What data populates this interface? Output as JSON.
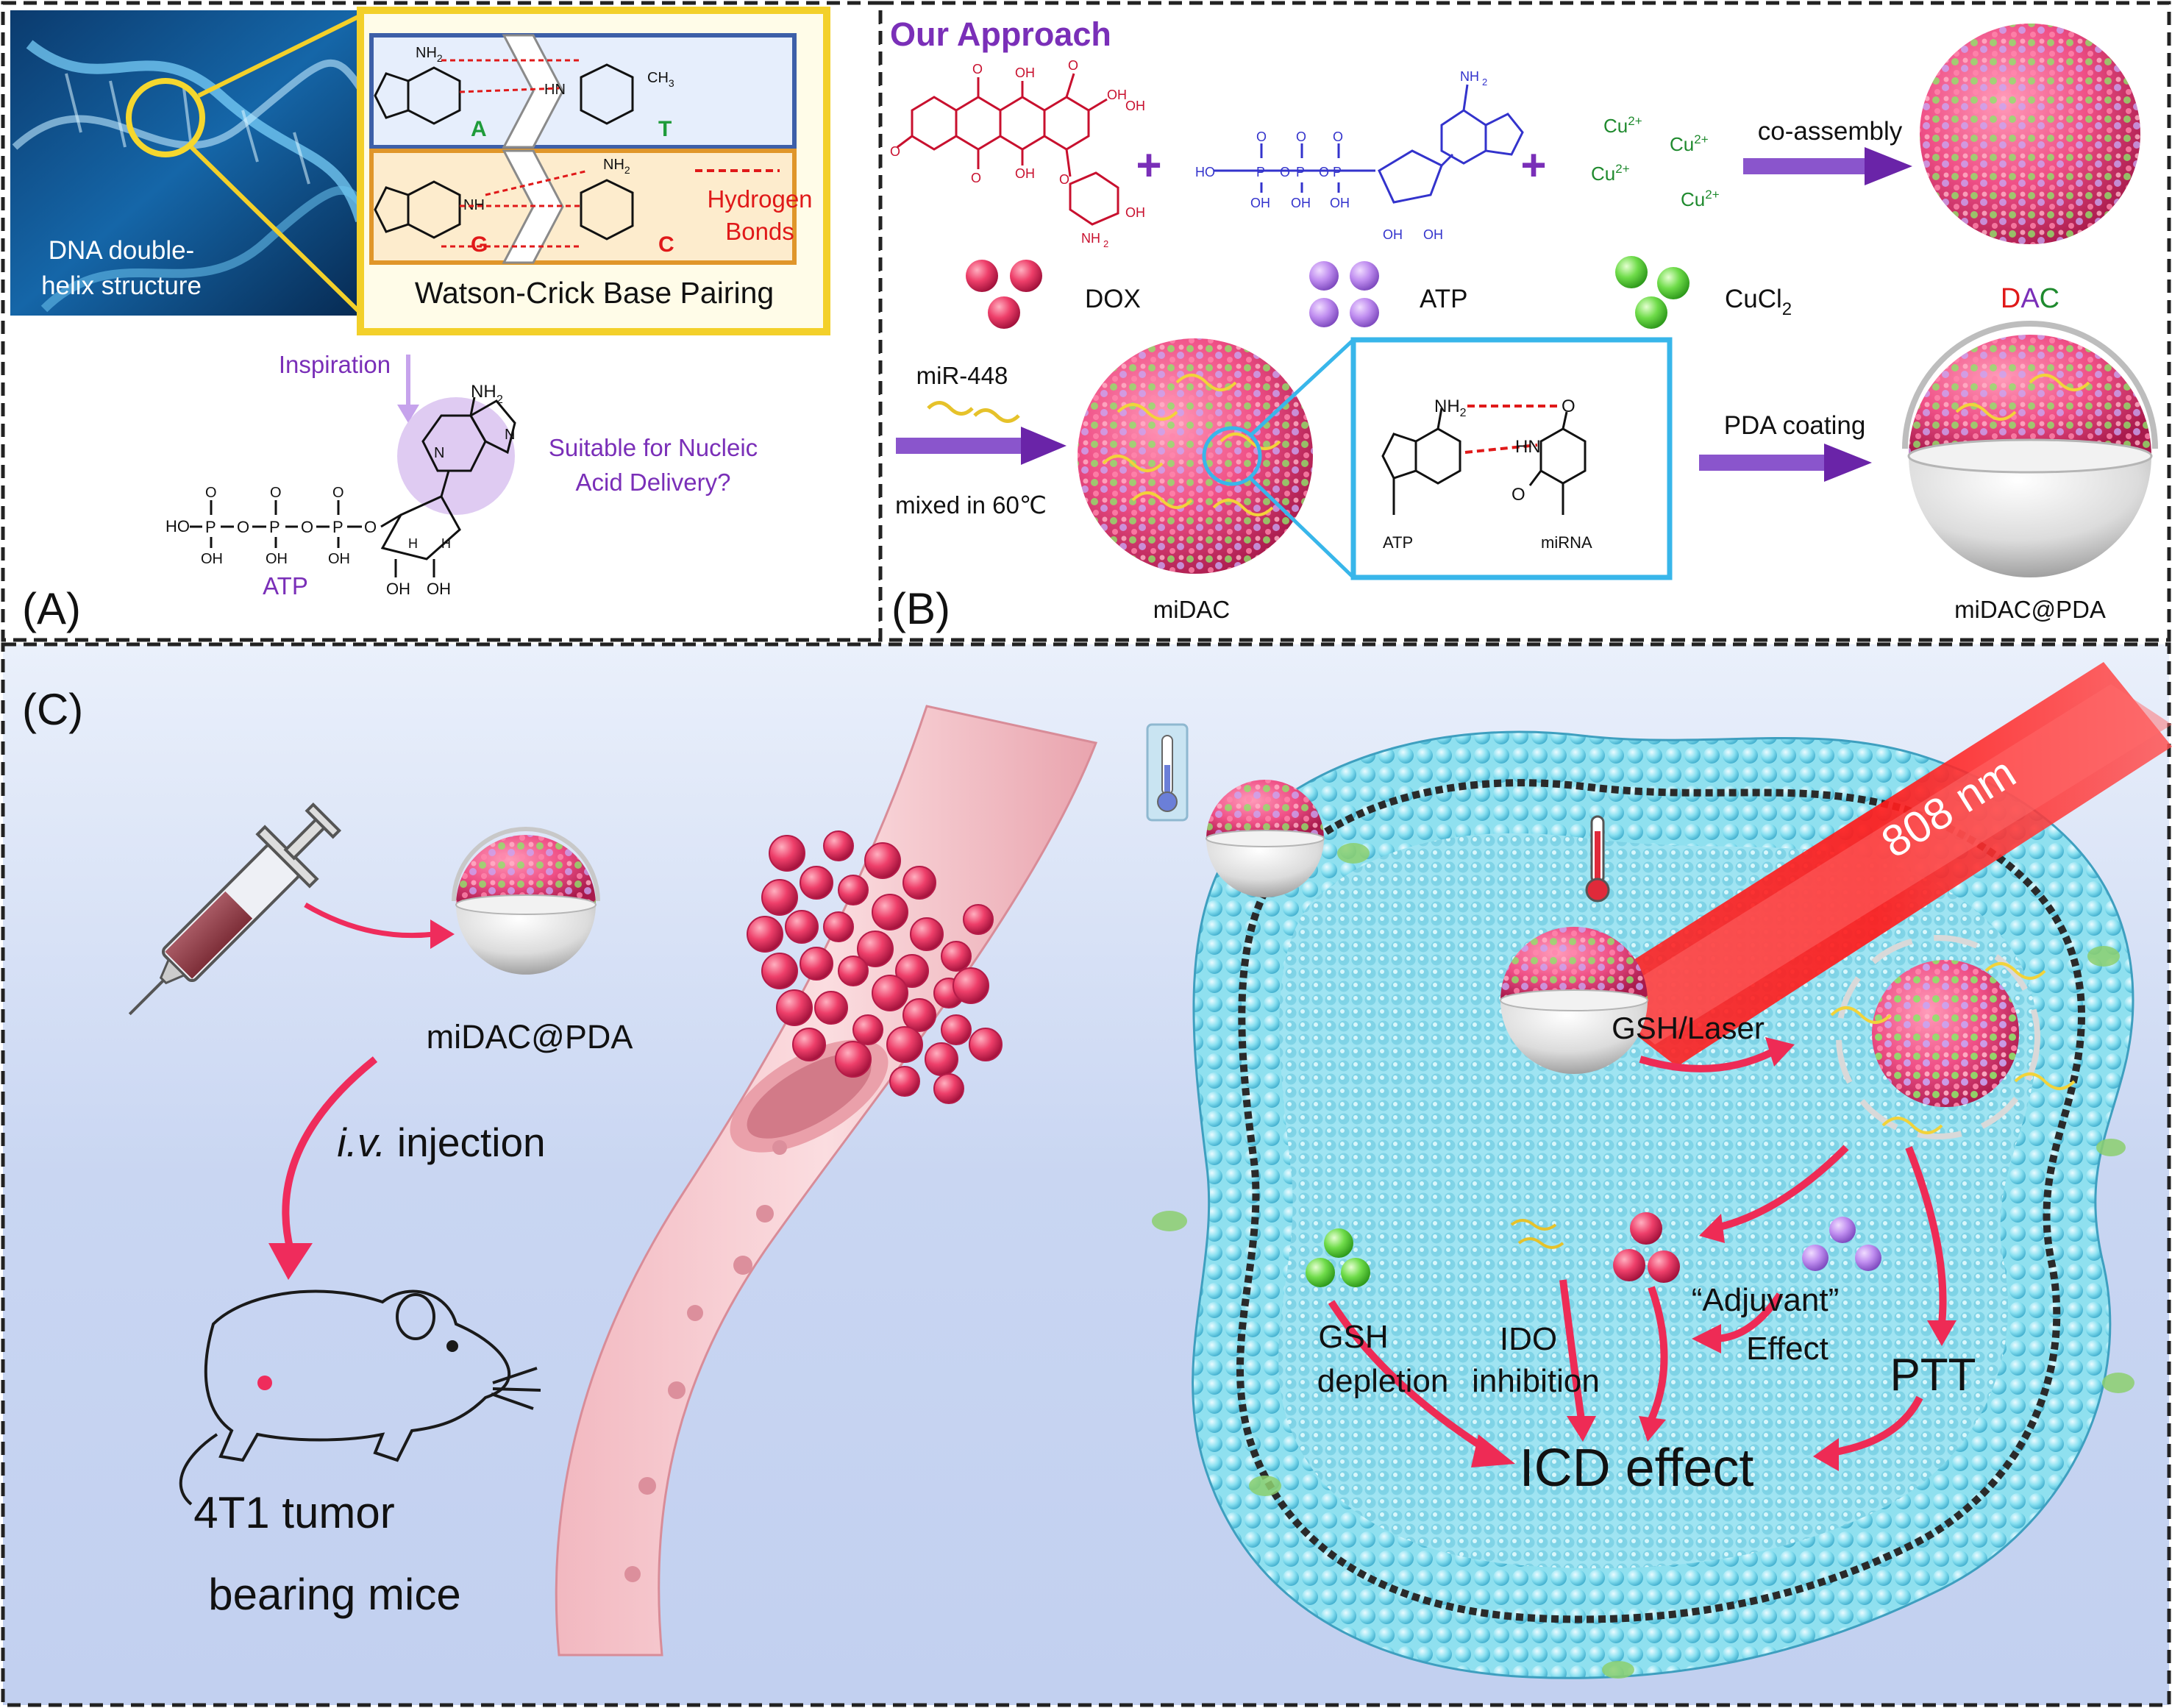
{
  "panels": {
    "a": {
      "letter": "(A)",
      "dna_caption_line1": "DNA double-",
      "dna_caption_line2": "helix structure",
      "base_a": "A",
      "base_t": "T",
      "base_g": "G",
      "base_c": "C",
      "methyl": "CH",
      "methyl_sub": "3",
      "amine": "NH",
      "amine_sub": "2",
      "nh": "NH",
      "hn": "HN",
      "hydrogen_line1": "Hydrogen",
      "hydrogen_line2": "Bonds",
      "pairing_title": "Watson-Crick Base Pairing",
      "inspiration": "Inspiration",
      "question_line1": "Suitable for Nucleic",
      "question_line2": "Acid Delivery?",
      "atp": "ATP",
      "ho": "HO",
      "oh": "OH",
      "p": "P",
      "o": "O",
      "h": "H",
      "n": "N"
    },
    "b": {
      "letter": "(B)",
      "title": "Our Approach",
      "plus": "+",
      "cu_ion": "Cu",
      "cu_charge": "2+",
      "co_assembly": "co-assembly",
      "legend_dox": "DOX",
      "legend_atp": "ATP",
      "legend_cucl": "CuCl",
      "legend_cucl_sub": "2",
      "dac_d": "D",
      "dac_a": "A",
      "dac_c": "C",
      "mirna_label": "miR-448",
      "mixed_label": "mixed in 60℃",
      "midac": "miDAC",
      "inset_nh": "NH",
      "inset_nh_sub": "2",
      "inset_o": "O",
      "inset_hn": "HN",
      "inset_atp": "ATP",
      "inset_mirna": "miRNA",
      "pda_coating": "PDA coating",
      "midac_pda": "miDAC@PDA"
    },
    "c": {
      "letter": "(C)",
      "midac_pda": "miDAC@PDA",
      "iv": "i.v.",
      "injection": " injection",
      "mice_line1": "4T1 tumor",
      "mice_line2": "bearing mice",
      "laser": "808 nm",
      "gsh_laser": "GSH/Laser",
      "gsh_line1": "GSH",
      "gsh_line2": "depletion",
      "ido_line1": "IDO",
      "ido_line2": "inhibition",
      "adjuvant_line1": "“Adjuvant”",
      "adjuvant_line2": "Effect",
      "ptt": "PTT",
      "icd": "ICD effect"
    }
  },
  "colors": {
    "purple": "#7a2fb8",
    "deep_purple": "#6a24a8",
    "red": "#e01919",
    "green": "#1f8a2e",
    "dox_red": "#c8102e",
    "atp_blue": "#3333cc",
    "cyan_frame": "#38b6ea",
    "yellow_frame": "#f3d02a",
    "membrane": "#7fdcee"
  }
}
